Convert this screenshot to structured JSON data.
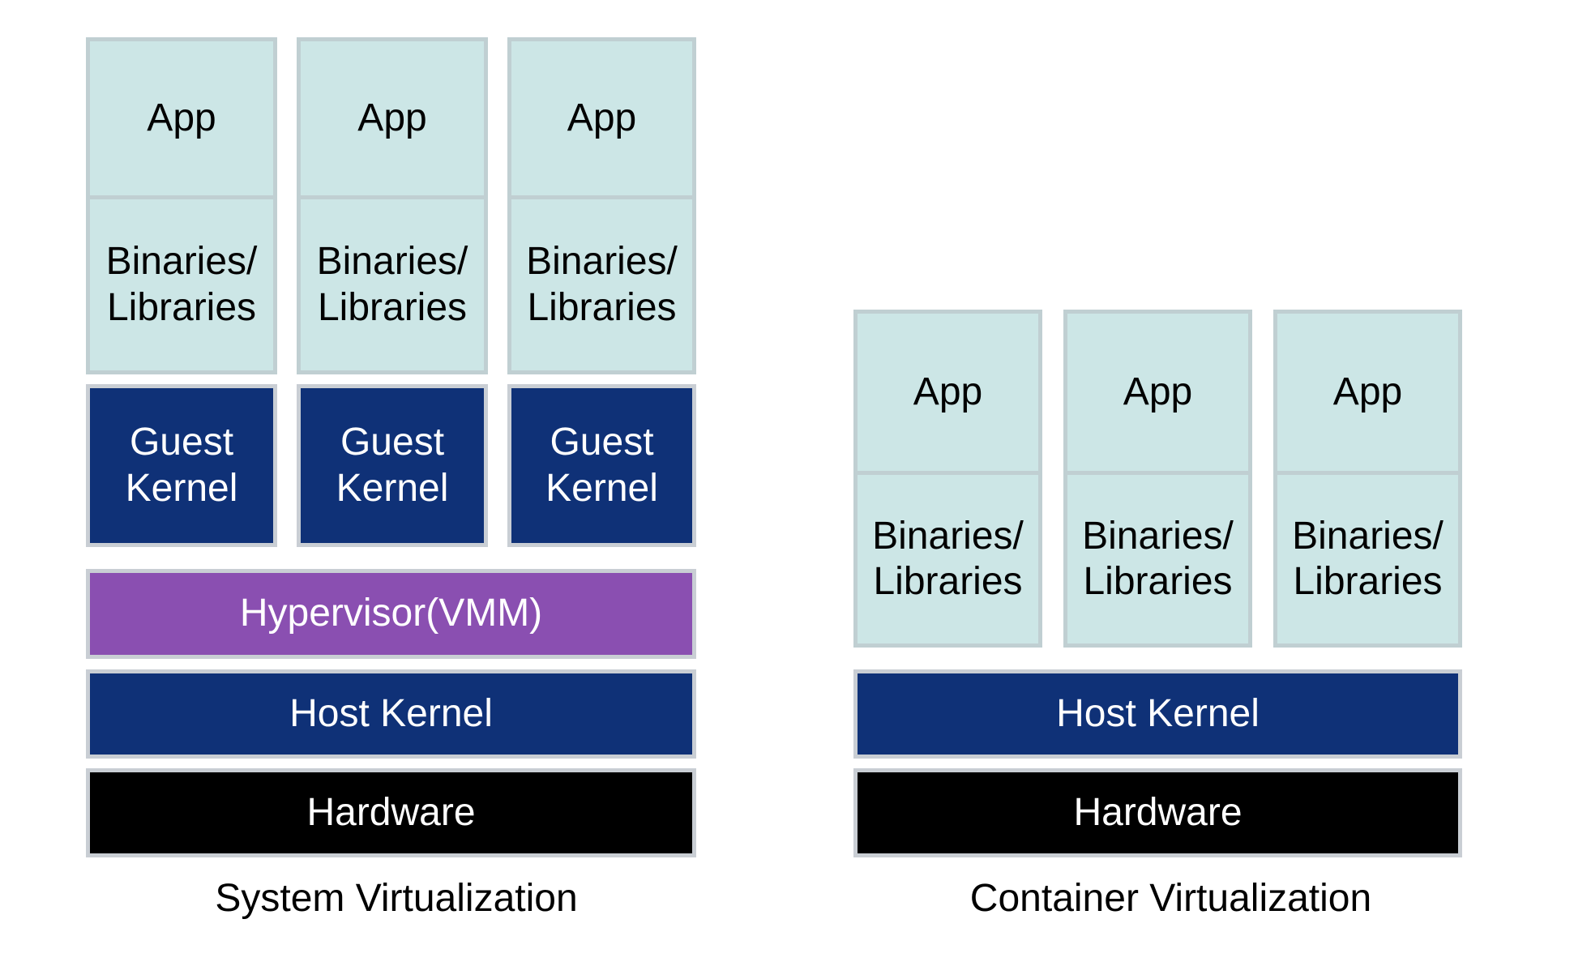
{
  "system_virtualization": {
    "columns": [
      {
        "app": "App",
        "libraries": "Binaries/\nLibraries",
        "guest_kernel": "Guest\nKernel"
      },
      {
        "app": "App",
        "libraries": "Binaries/\nLibraries",
        "guest_kernel": "Guest\nKernel"
      },
      {
        "app": "App",
        "libraries": "Binaries/\nLibraries",
        "guest_kernel": "Guest\nKernel"
      }
    ],
    "hypervisor": "Hypervisor(VMM)",
    "host_kernel": "Host Kernel",
    "hardware": "Hardware",
    "caption": "System Virtualization"
  },
  "container_virtualization": {
    "columns": [
      {
        "app": "App",
        "libraries": "Binaries/\nLibraries"
      },
      {
        "app": "App",
        "libraries": "Binaries/\nLibraries"
      },
      {
        "app": "App",
        "libraries": "Binaries/\nLibraries"
      }
    ],
    "host_kernel": "Host Kernel",
    "hardware": "Hardware",
    "caption": "Container Virtualization"
  },
  "colors": {
    "app_layer": "#cce6e6",
    "kernel": "#0f3177",
    "hypervisor": "#8a4fb1",
    "hardware": "#000000"
  }
}
